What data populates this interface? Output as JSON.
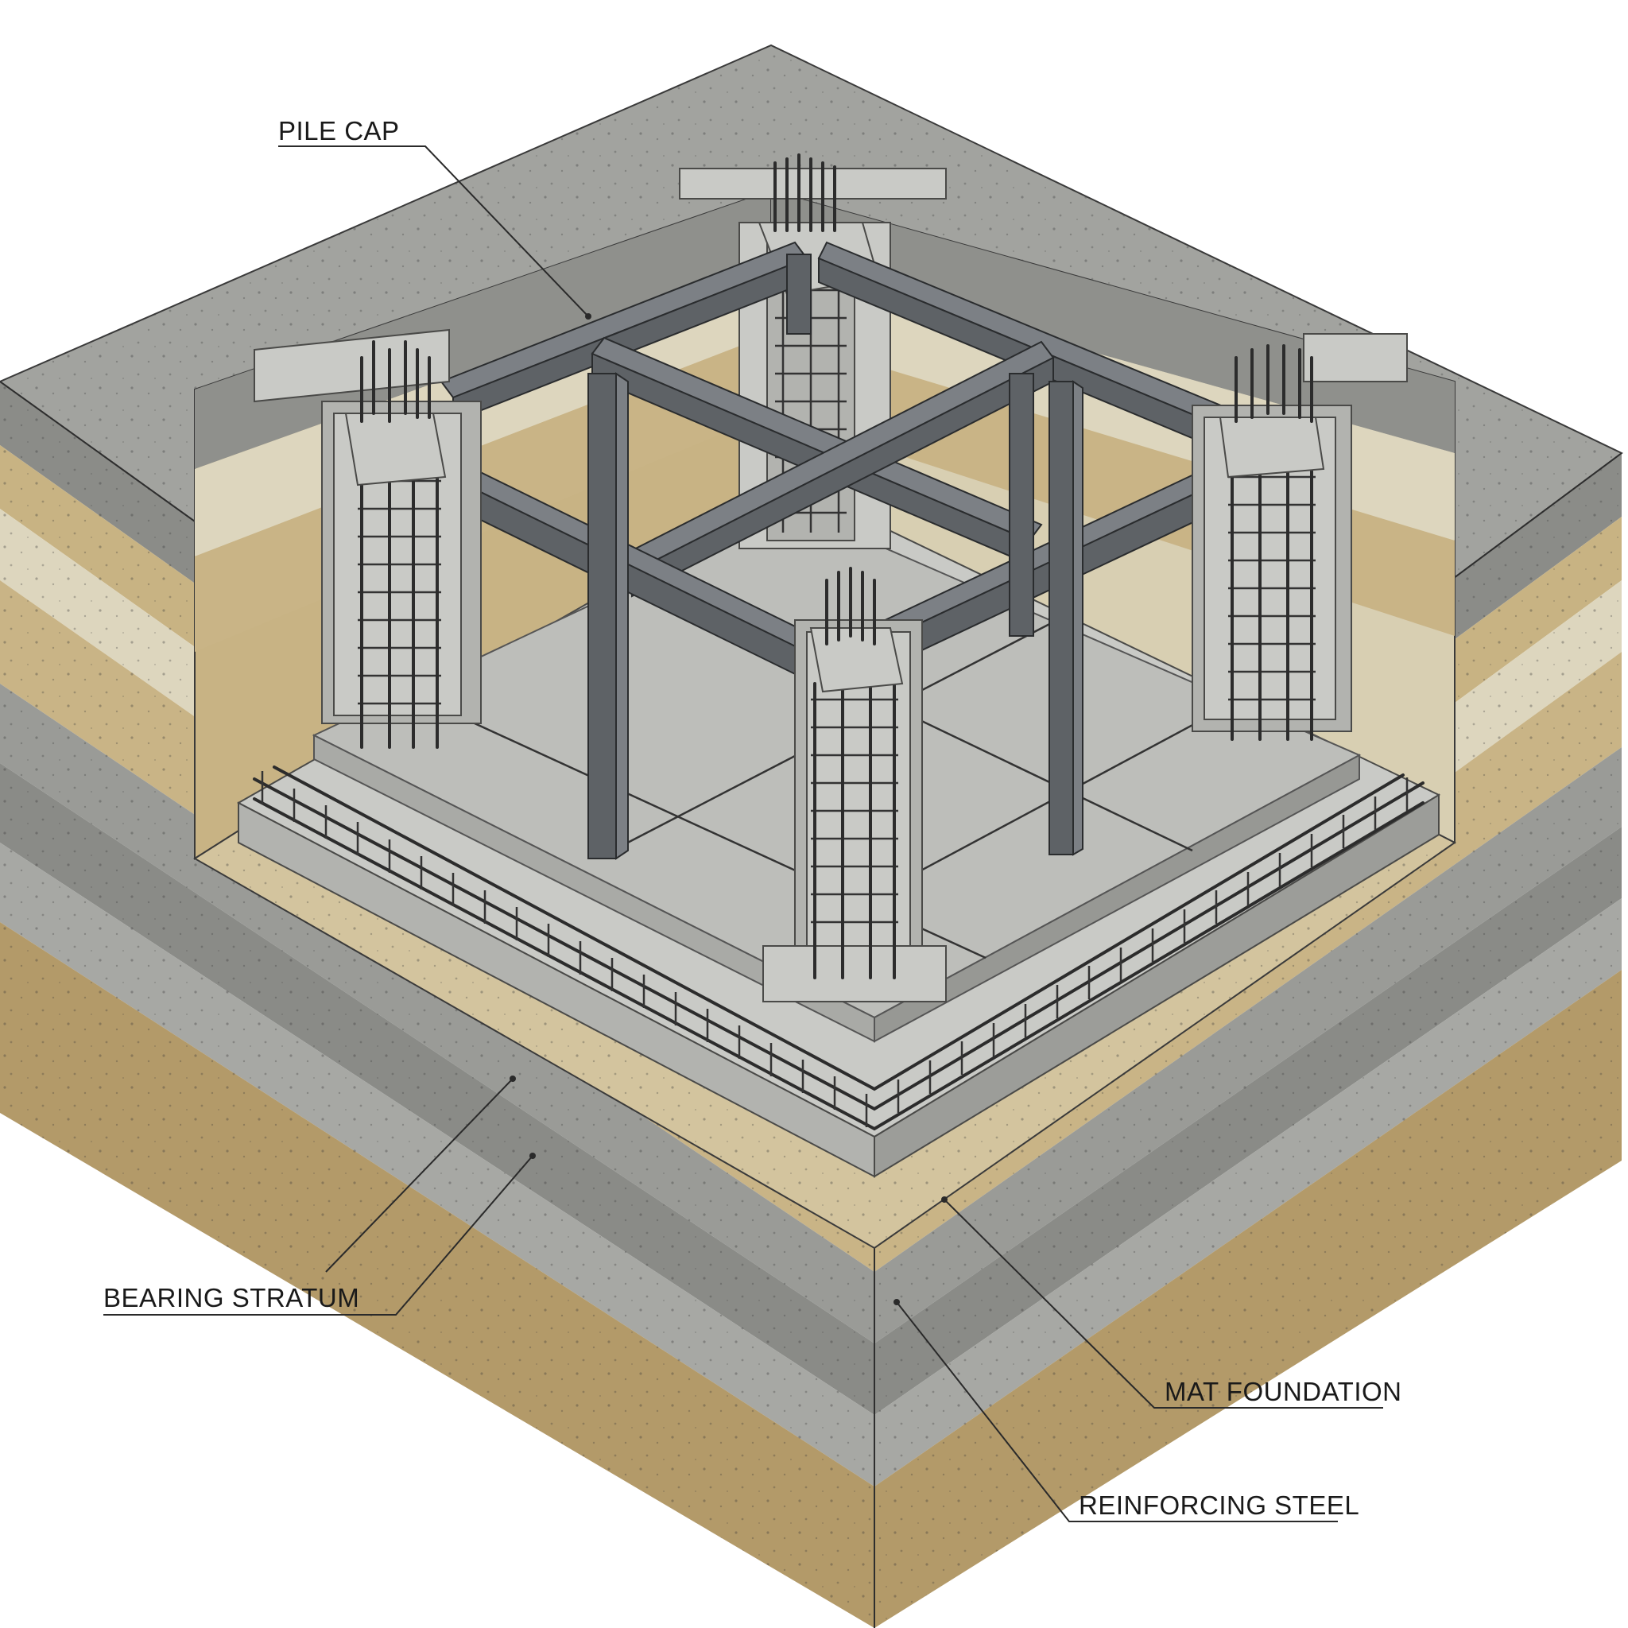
{
  "callouts": {
    "pile_cap": "PILE CAP",
    "bearing_stratum": "BEARING STRATUM",
    "mat_foundation": "MAT FOUNDATION",
    "reinforcing_steel": "REINFORCING STEEL"
  },
  "colors": {
    "background": "#ffffff",
    "ground_top": "#9fa09c",
    "soil_tan": "#c9b486",
    "soil_light": "#ddd6bd",
    "soil_gray": "#8f908c",
    "soil_brown": "#b69a68",
    "concrete": "#c3c4c0",
    "steel": "#5e6266",
    "leader": "#2a2a2a"
  }
}
